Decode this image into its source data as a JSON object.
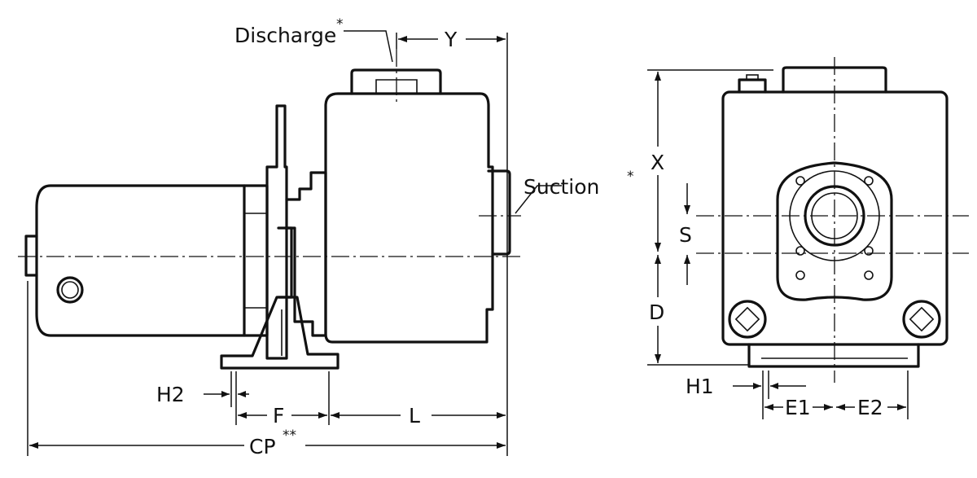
{
  "labels": {
    "discharge": "Discharge",
    "discharge_mark": "*",
    "suction": "Suction",
    "suction_mark": "*",
    "y": "Y",
    "x": "X",
    "s": "S",
    "d": "D",
    "h1": "H1",
    "h2": "H2",
    "f": "F",
    "l": "L",
    "cp": "CP",
    "cp_mark": "**",
    "e1": "E1",
    "e2": "E2"
  }
}
